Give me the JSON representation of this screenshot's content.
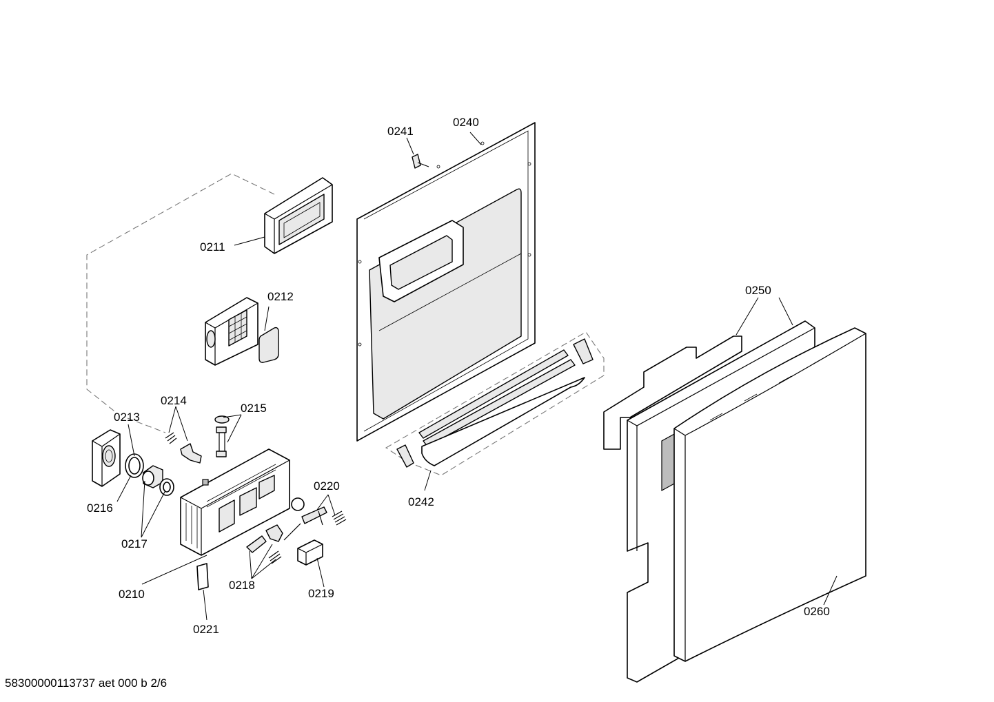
{
  "diagram": {
    "labels": {
      "p0210": "0210",
      "p0211": "0211",
      "p0212": "0212",
      "p0213": "0213",
      "p0214": "0214",
      "p0215": "0215",
      "p0216": "0216",
      "p0217": "0217",
      "p0218": "0218",
      "p0219": "0219",
      "p0220": "0220",
      "p0221": "0221",
      "p0240": "0240",
      "p0241": "0241",
      "p0242": "0242",
      "p0250": "0250",
      "p0260": "0260"
    },
    "footer": "58300000113737 aet 000 b 2/6"
  }
}
